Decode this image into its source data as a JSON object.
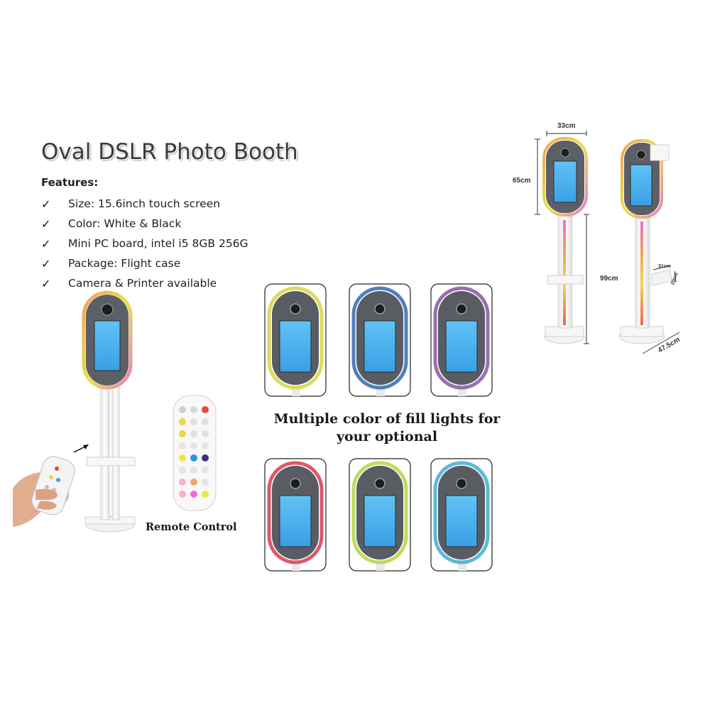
{
  "title": "Oval DSLR Photo Booth",
  "features_label": "Features:",
  "features": [
    "Size: 15.6inch touch screen",
    "Color: White & Black",
    "Mini PC board, intel i5 8GB 256G",
    "Package: Flight case",
    "Camera & Printer available"
  ],
  "check_glyph": "✓",
  "caption_line1": "Multiple color of fill lights for",
  "caption_line2": "your optional",
  "remote_label": "Remote Control",
  "dimensions": {
    "width": "33cm",
    "head_height": "65cm",
    "stand_height": "99cm",
    "tray_width": "31cm",
    "tray_depth": "20cm",
    "base_width": "47.5cm"
  },
  "light_colors": [
    "#d7d84a",
    "#3f72b6",
    "#8d5fa8",
    "#d8475a",
    "#b6d94a",
    "#4bb3d6"
  ],
  "icons": [
    "checkmark-icon",
    "camera-lens-icon",
    "remote-control-icon",
    "hand-icon",
    "arrow-icon"
  ]
}
